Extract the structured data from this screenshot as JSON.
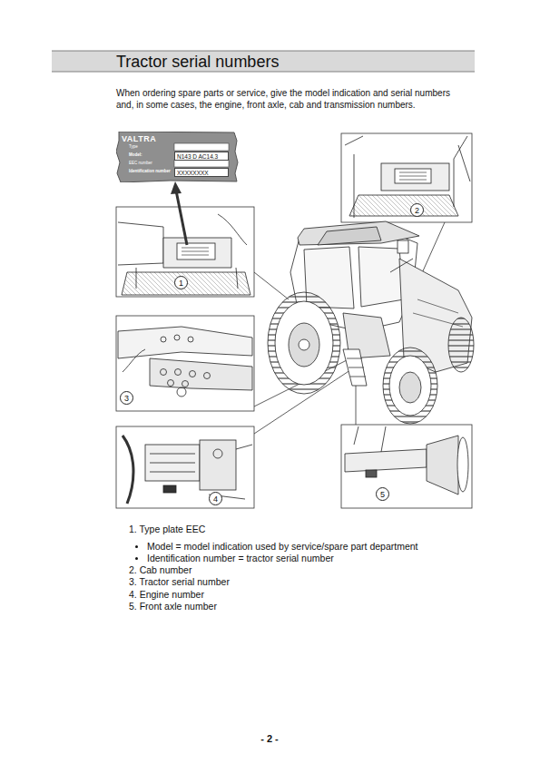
{
  "diagram": {
    "title": "Tractor serial numbers",
    "nodes": [
      {
        "text": [
          "VALTRA",
          "Type",
          "Model:",
          "EEC number",
          "Identification number"
        ]
      },
      {
        "text": [
          "N143 D AC14.3"
        ],
        "in": 0
      },
      {
        "text": [
          "XXXXXXXX"
        ],
        "in": 0
      },
      {
        "text": [
          "1"
        ]
      },
      {
        "text": [
          "2"
        ]
      },
      {
        "text": [
          "3"
        ]
      },
      {
        "text": [
          "4"
        ]
      },
      {
        "text": [
          "5"
        ]
      }
    ],
    "labels": [
      "When ordering spare parts or service, give the model indication and serial numbers and, in some cases, the engine, front axle, cab and transmission numbers.",
      "1. Type plate EEC",
      "Model = model indication used by service/spare part department",
      "Identification number = tractor serial number",
      "2. Cab number",
      "3. Tractor serial number",
      "4. Engine number",
      "5. Front axle number",
      "- 2 -"
    ]
  }
}
